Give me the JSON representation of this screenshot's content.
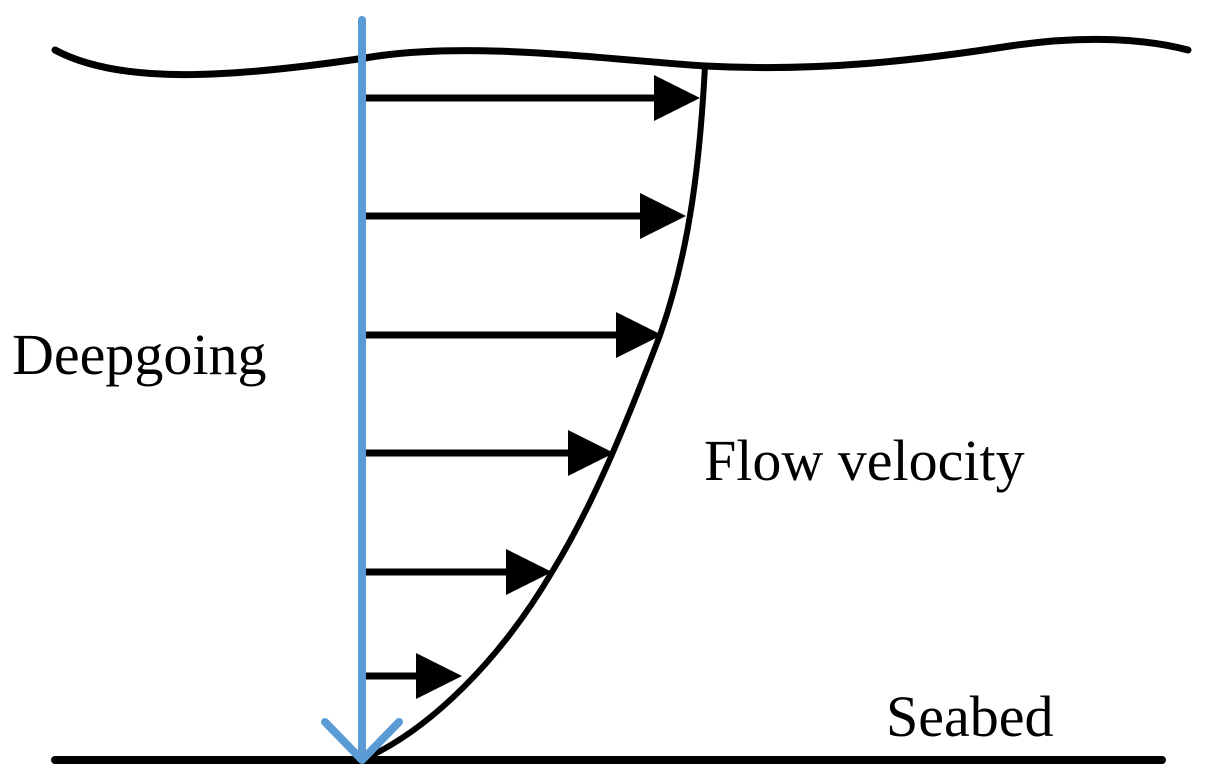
{
  "labels": {
    "depth": "Deepgoing",
    "velocity": "Flow velocity",
    "seabed": "Seabed"
  },
  "colors": {
    "depth_axis": "#5b9bd5",
    "ink": "#000000",
    "background": "#ffffff"
  },
  "velocity_arrows": [
    {
      "name": "velocity-arrow-1"
    },
    {
      "name": "velocity-arrow-2"
    },
    {
      "name": "velocity-arrow-3"
    },
    {
      "name": "velocity-arrow-4"
    },
    {
      "name": "velocity-arrow-5"
    },
    {
      "name": "velocity-arrow-6"
    }
  ]
}
